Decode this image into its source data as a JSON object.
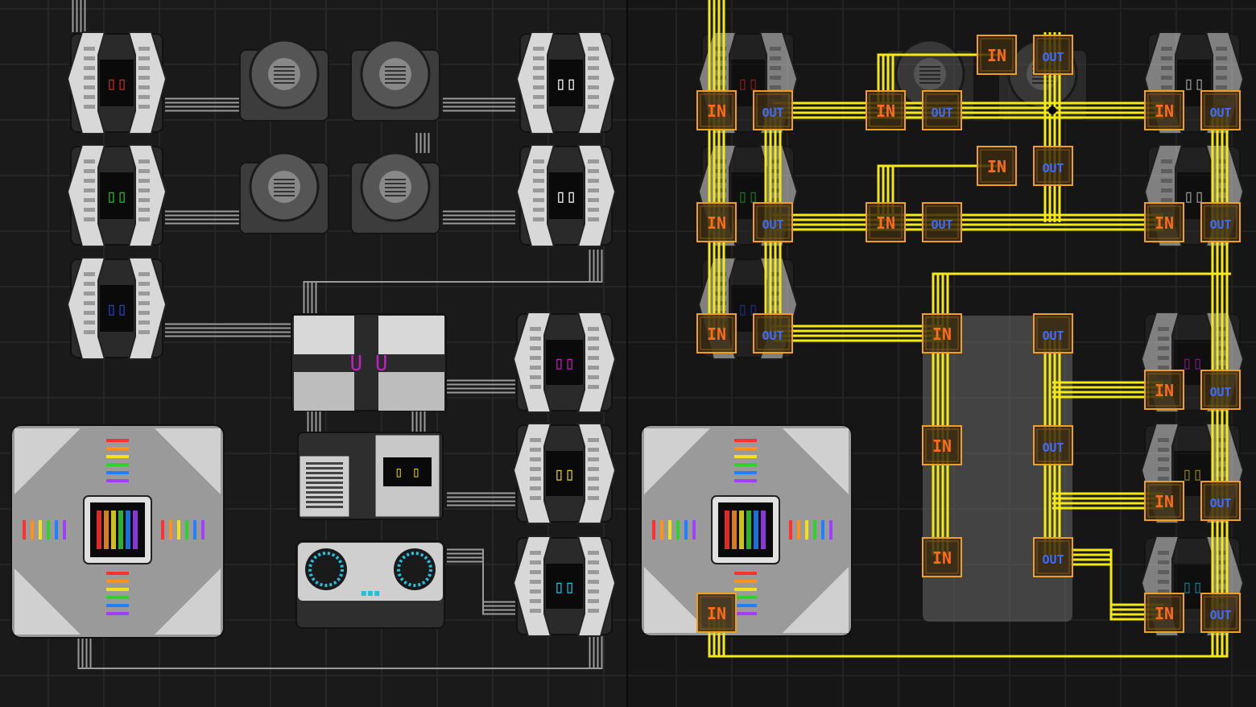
{
  "views": {
    "left": {
      "name": "machine-layout"
    },
    "right": {
      "name": "item-network-overlay"
    }
  },
  "colors": {
    "wire": "#f4ea12",
    "port_in_text": "#ff6a1a",
    "port_out_text": "#3d6bff",
    "port_border": "#f0a020",
    "port_fill": "#3a2a10",
    "machine_light": "#d8d8d8",
    "machine_dark": "#3a3a3a",
    "screen_red": "#e02020",
    "screen_green": "#20c020",
    "screen_blue": "#2040e0",
    "screen_magenta": "#c020c0",
    "screen_yellow": "#e0d020",
    "screen_cyan": "#20c0e0"
  },
  "port_labels": {
    "in": "IN",
    "out": "OUT"
  },
  "ports": [
    {
      "type": "in"
    },
    {
      "type": "out"
    },
    {
      "type": "in"
    },
    {
      "type": "out"
    },
    {
      "type": "in"
    },
    {
      "type": "out"
    },
    {
      "type": "in"
    },
    {
      "type": "out"
    },
    {
      "type": "in"
    },
    {
      "type": "out"
    },
    {
      "type": "in"
    },
    {
      "type": "out"
    },
    {
      "type": "in"
    },
    {
      "type": "out"
    },
    {
      "type": "in"
    },
    {
      "type": "out"
    },
    {
      "type": "in"
    },
    {
      "type": "out"
    },
    {
      "type": "in"
    },
    {
      "type": "out"
    },
    {
      "type": "in"
    },
    {
      "type": "out"
    },
    {
      "type": "in"
    },
    {
      "type": "out"
    },
    {
      "type": "in"
    },
    {
      "type": "out"
    },
    {
      "type": "in"
    },
    {
      "type": "out"
    },
    {
      "type": "in"
    },
    {
      "type": "out"
    },
    {
      "type": "in"
    },
    {
      "type": "out"
    },
    {
      "type": "in"
    }
  ],
  "machines": [
    {
      "kind": "crusher",
      "screen": "red"
    },
    {
      "kind": "crusher",
      "screen": "green"
    },
    {
      "kind": "crusher",
      "screen": "blue"
    },
    {
      "kind": "grinder",
      "screen": "none"
    },
    {
      "kind": "grinder",
      "screen": "none"
    },
    {
      "kind": "grinder",
      "screen": "none"
    },
    {
      "kind": "grinder",
      "screen": "none"
    },
    {
      "kind": "crusher",
      "screen": "white"
    },
    {
      "kind": "crusher",
      "screen": "white"
    },
    {
      "kind": "assembler",
      "screen": "magenta"
    },
    {
      "kind": "crusher",
      "screen": "magenta"
    },
    {
      "kind": "crusher",
      "screen": "yellow"
    },
    {
      "kind": "crusher",
      "screen": "cyan"
    },
    {
      "kind": "fabricator",
      "screen": "yellow"
    },
    {
      "kind": "cooler",
      "screen": "cyan"
    },
    {
      "kind": "core",
      "screen": "rainbow"
    }
  ]
}
